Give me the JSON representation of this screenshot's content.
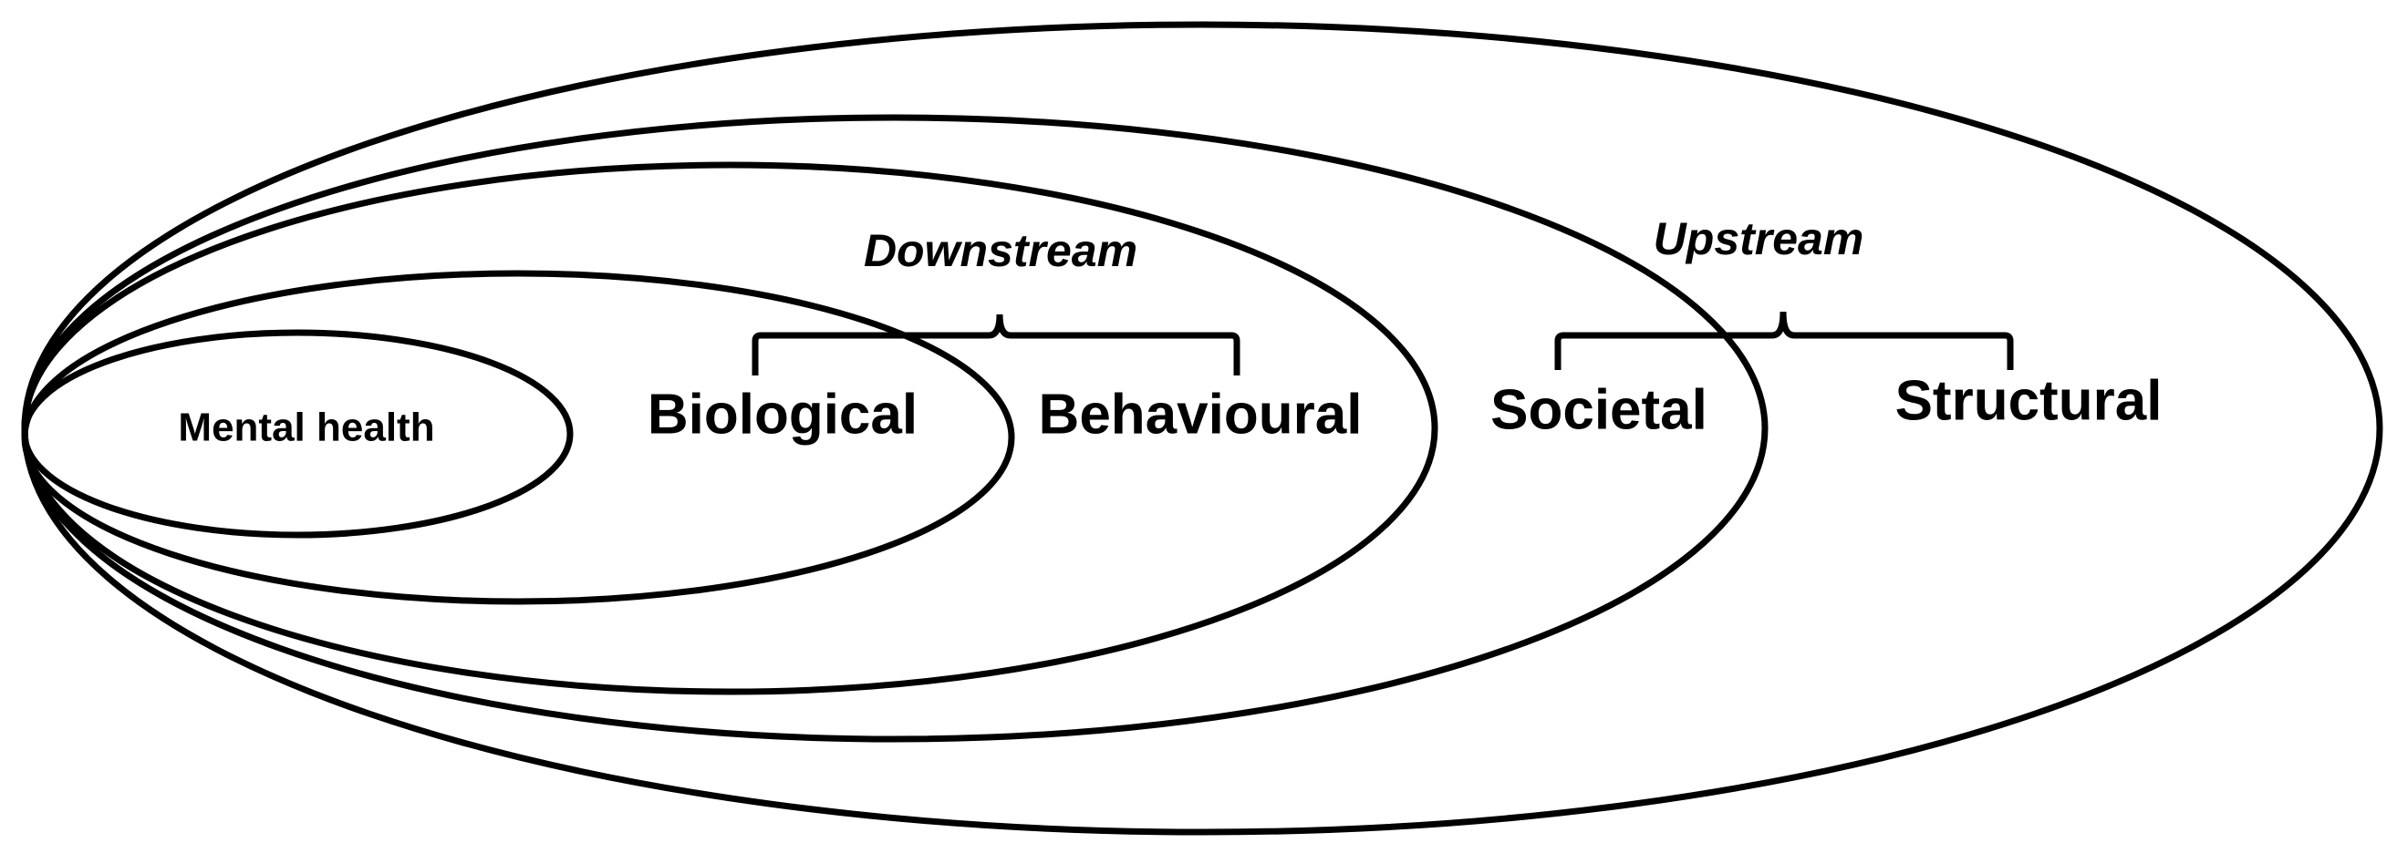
{
  "labels": {
    "mental_health": "Mental health",
    "biological": "Biological",
    "behavioural": "Behavioural",
    "societal": "Societal",
    "structural": "Structural",
    "downstream": "Downstream",
    "upstream": "Upstream"
  },
  "colors": {
    "stroke": "#000000",
    "text": "#000000",
    "background": "#ffffff"
  }
}
